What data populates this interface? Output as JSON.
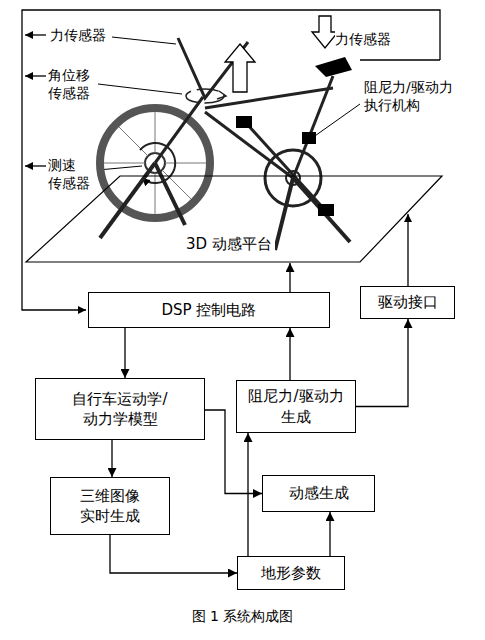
{
  "diagram": {
    "caption": "图 1 系统构成图",
    "nodes": [
      {
        "text": [
          "3D 动感平台"
        ]
      },
      {
        "text": [
          "DSP 控制电路"
        ]
      },
      {
        "text": [
          "驱动接口"
        ]
      },
      {
        "text": [
          "自行车运动学/ 动力学模型"
        ]
      },
      {
        "text": [
          "阻尼力/驱动力 生成"
        ]
      },
      {
        "text": [
          "三维图像 实时生成"
        ]
      },
      {
        "text": [
          "动感生成"
        ]
      },
      {
        "text": [
          "地形参数"
        ]
      }
    ],
    "edges": [
      {
        "from": 1,
        "to": 0,
        "arrow": "to"
      },
      {
        "from": 1,
        "to": 3,
        "arrow": "to"
      },
      {
        "from": 3,
        "to": 5,
        "arrow": "to"
      },
      {
        "from": 3,
        "to": 6,
        "arrow": "to"
      },
      {
        "from": 4,
        "to": 1,
        "arrow": "to"
      },
      {
        "from": 4,
        "to": 2,
        "arrow": "to"
      },
      {
        "from": 5,
        "to": 7,
        "arrow": "to"
      },
      {
        "from": 7,
        "to": 6,
        "arrow": "to"
      },
      {
        "from": 7,
        "to": 4,
        "arrow": "to"
      }
    ],
    "labels": [
      "力传感器",
      "力传感器",
      "角位移 传感器",
      "阻尼力/驱动力 执行机构",
      "测速 传感器"
    ]
  }
}
